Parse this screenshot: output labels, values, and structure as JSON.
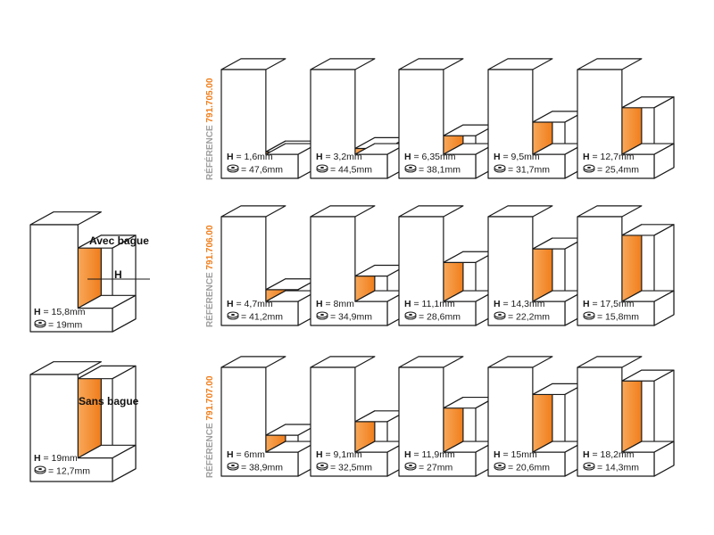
{
  "colors": {
    "orange": "#f07d1a",
    "orange_light": "#f8a85a",
    "outline": "#1a1a1a",
    "ref_grey": "#a0a0a0"
  },
  "left_profiles": [
    {
      "title": "Avec bague",
      "h_marker": "H",
      "h_label": "H",
      "h_value": "= 15,8mm",
      "bearing_value": "= 19mm",
      "bearing_icon": "bearing-icon"
    },
    {
      "title": "Sans bague",
      "h_label": "H",
      "h_value": "= 19mm",
      "bearing_value": "= 12,7mm",
      "bearing_icon": "bearing-icon"
    }
  ],
  "rows": [
    {
      "ref_prefix": "RÉFÉRENCE ",
      "ref_number": "791.705.00",
      "items": [
        {
          "h_label": "H",
          "h_value": "= 1,6mm",
          "bearing_value": "= 47,6mm",
          "groove": 0.03
        },
        {
          "h_label": "H",
          "h_value": "= 3,2mm",
          "bearing_value": "= 44,5mm",
          "groove": 0.07
        },
        {
          "h_label": "H",
          "h_value": "= 6,35mm",
          "bearing_value": "= 38,1mm",
          "groove": 0.22
        },
        {
          "h_label": "H",
          "h_value": "= 9,5mm",
          "bearing_value": "= 31,7mm",
          "groove": 0.38
        },
        {
          "h_label": "H",
          "h_value": "= 12,7mm",
          "bearing_value": "= 25,4mm",
          "groove": 0.55
        }
      ]
    },
    {
      "ref_prefix": "RÉFÉRENCE ",
      "ref_number": "791.706.00",
      "items": [
        {
          "h_label": "H",
          "h_value": "= 4,7mm",
          "bearing_value": "= 41,2mm",
          "groove": 0.14
        },
        {
          "h_label": "H",
          "h_value": "= 8mm",
          "bearing_value": "= 34,9mm",
          "groove": 0.3
        },
        {
          "h_label": "H",
          "h_value": "= 11,1mm",
          "bearing_value": "= 28,6mm",
          "groove": 0.46
        },
        {
          "h_label": "H",
          "h_value": "= 14,3mm",
          "bearing_value": "= 22,2mm",
          "groove": 0.62
        },
        {
          "h_label": "H",
          "h_value": "= 17,5mm",
          "bearing_value": "= 15,8mm",
          "groove": 0.78
        }
      ]
    },
    {
      "ref_prefix": "RÉFÉRENCE ",
      "ref_number": "791.707.00",
      "items": [
        {
          "h_label": "H",
          "h_value": "= 6mm",
          "bearing_value": "= 38,9mm",
          "groove": 0.2
        },
        {
          "h_label": "H",
          "h_value": "= 9,1mm",
          "bearing_value": "= 32,5mm",
          "groove": 0.36
        },
        {
          "h_label": "H",
          "h_value": "= 11,9mm",
          "bearing_value": "= 27mm",
          "groove": 0.52
        },
        {
          "h_label": "H",
          "h_value": "= 15mm",
          "bearing_value": "= 20,6mm",
          "groove": 0.68
        },
        {
          "h_label": "H",
          "h_value": "= 18,2mm",
          "bearing_value": "= 14,3mm",
          "groove": 0.84
        }
      ]
    }
  ]
}
